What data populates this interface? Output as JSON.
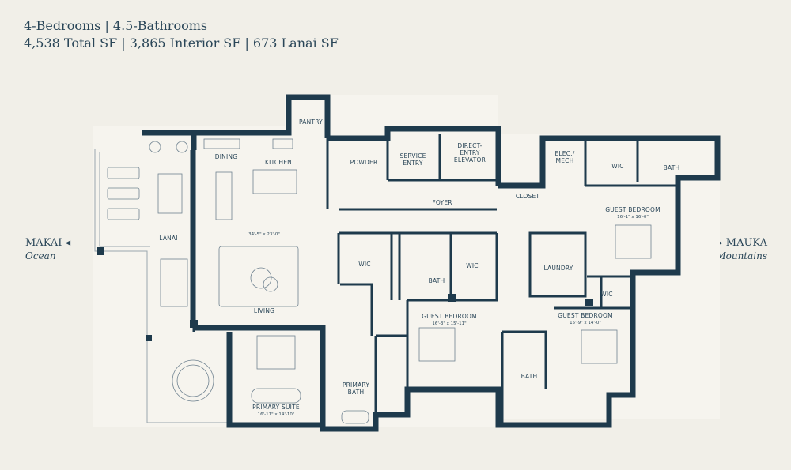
{
  "header": {
    "line1": "4-Bedrooms | 4.5-Bathrooms",
    "line2": "4,538 Total SF | 3,865 Interior SF | 673 Lanai SF"
  },
  "orientation": {
    "makai": {
      "label": "MAKAI",
      "arrow": "◂",
      "sub": "Ocean"
    },
    "mauka": {
      "label": "MAUKA",
      "arrow": "▸",
      "sub": "Mountains"
    }
  },
  "rooms": {
    "pantry": "PANTRY",
    "dining": "DINING",
    "kitchen": "KITCHEN",
    "powder": "POWDER",
    "service_entry_1": "SERVICE",
    "service_entry_2": "ENTRY",
    "elevator_1": "DIRECT-",
    "elevator_2": "ENTRY",
    "elevator_3": "ELEVATOR",
    "elec_1": "ELEC./",
    "elec_2": "MECH",
    "wic_guest1": "WIC",
    "bath_guest1": "BATH",
    "closet": "CLOSET",
    "foyer": "FOYER",
    "guest_bedroom_1": "GUEST BEDROOM",
    "guest_bedroom_1_dim": "16'-1\" x 16'-0\"",
    "lanai": "LANAI",
    "living_dim": "34'-5\" x 23'-0\"",
    "wic_primary": "WIC",
    "bath_guest2": "BATH",
    "wic_guest2": "WIC",
    "laundry": "LAUNDRY",
    "living": "LIVING",
    "wic_guest3": "WIC",
    "guest_bedroom_2": "GUEST BEDROOM",
    "guest_bedroom_2_dim": "16'-3\" x 15'-11\"",
    "guest_bedroom_3": "GUEST BEDROOM",
    "guest_bedroom_3_dim": "15'-9\" x 14'-0\"",
    "primary_bath_1": "PRIMARY",
    "primary_bath_2": "BATH",
    "bath_guest3": "BATH",
    "primary_suite": "PRIMARY SUITE",
    "primary_suite_dim": "16'-11\" x 14'-10\""
  }
}
